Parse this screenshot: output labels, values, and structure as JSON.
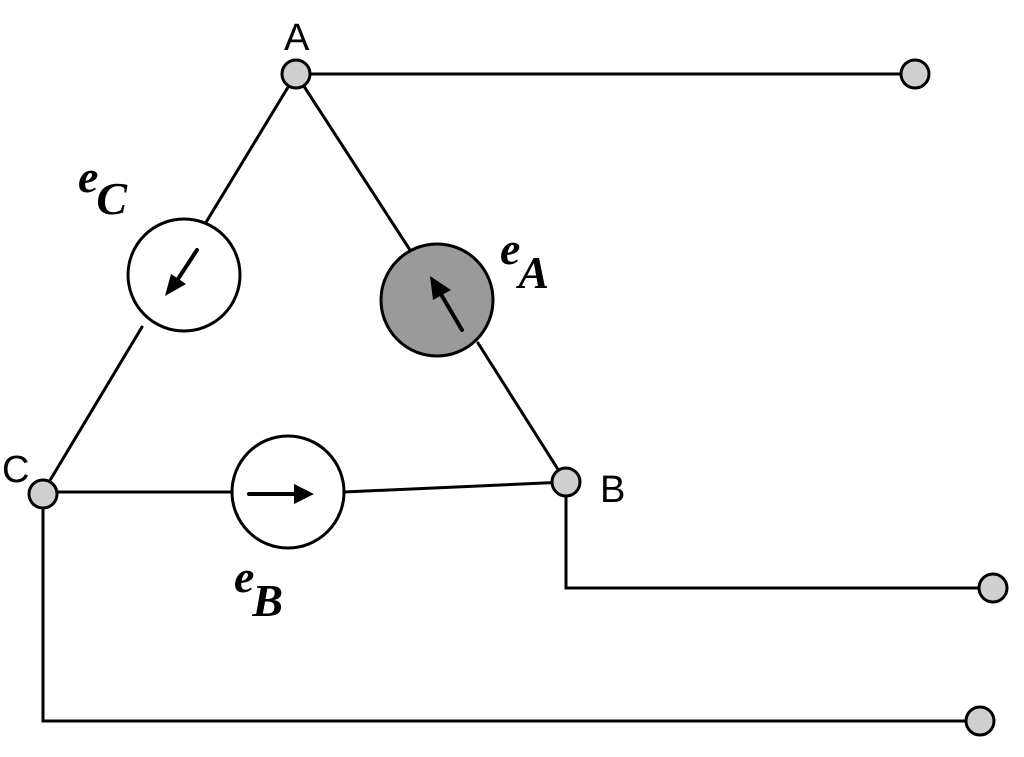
{
  "nodes": {
    "a": "A",
    "b": "B",
    "c": "C"
  },
  "sources": {
    "a": {
      "base": "e",
      "sub": "A",
      "fill": "#9a9a9a"
    },
    "b": {
      "base": "e",
      "sub": "B",
      "fill": "#ffffff"
    },
    "c": {
      "base": "e",
      "sub": "C",
      "fill": "#ffffff"
    }
  },
  "colors": {
    "line": "#000000",
    "terminal_fill": "#cfcfcf",
    "background": "#ffffff"
  }
}
